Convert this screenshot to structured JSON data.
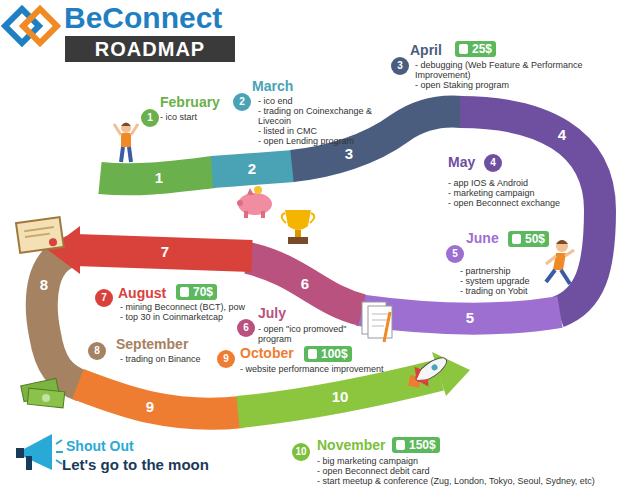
{
  "diagram": {
    "title": "BeConnect",
    "nodes": [
      {
        "text": [
          "1",
          "February",
          "- ico start"
        ]
      },
      {
        "text": [
          "2",
          "March",
          "- ico end",
          "- trading on Coinexchange & Livecoin",
          "- listed in CMC",
          "- open Lending program"
        ]
      },
      {
        "text": [
          "3",
          "April",
          "- debugging (Web Feature & Performance Improvement)",
          "- open Staking program"
        ]
      },
      {
        "text": [
          "4",
          "May",
          "- app IOS & Android",
          "- marketing campaign",
          "- open Beconnect exchange"
        ]
      },
      {
        "text": [
          "5",
          "June",
          "- partnership",
          "- system upgrade",
          "- trading on Yobit"
        ]
      },
      {
        "text": [
          "6",
          "July",
          "- open \"ico promoved\" program"
        ]
      },
      {
        "text": [
          "7",
          "August",
          "- mining Beconnect (BCT), pow",
          "- top 30 in Coinmarketcap"
        ]
      },
      {
        "text": [
          "8",
          "September",
          "- trading on Binance"
        ]
      },
      {
        "text": [
          "9",
          "October",
          "- website performance improvement"
        ]
      },
      {
        "text": [
          "10",
          "November",
          "- big marketing campaign",
          "- open Beconnect debit card",
          "- start meetup & conference (Zug, London, Tokyo, Seoul, Sydney, etc)"
        ]
      }
    ],
    "labels": [
      "ROADMAP",
      "25$",
      "50$",
      "70$",
      "100$",
      "150$",
      "1",
      "2",
      "3",
      "4",
      "5",
      "6",
      "7",
      "8",
      "9",
      "10",
      "Shout Out",
      "Let's go to the moon"
    ]
  }
}
